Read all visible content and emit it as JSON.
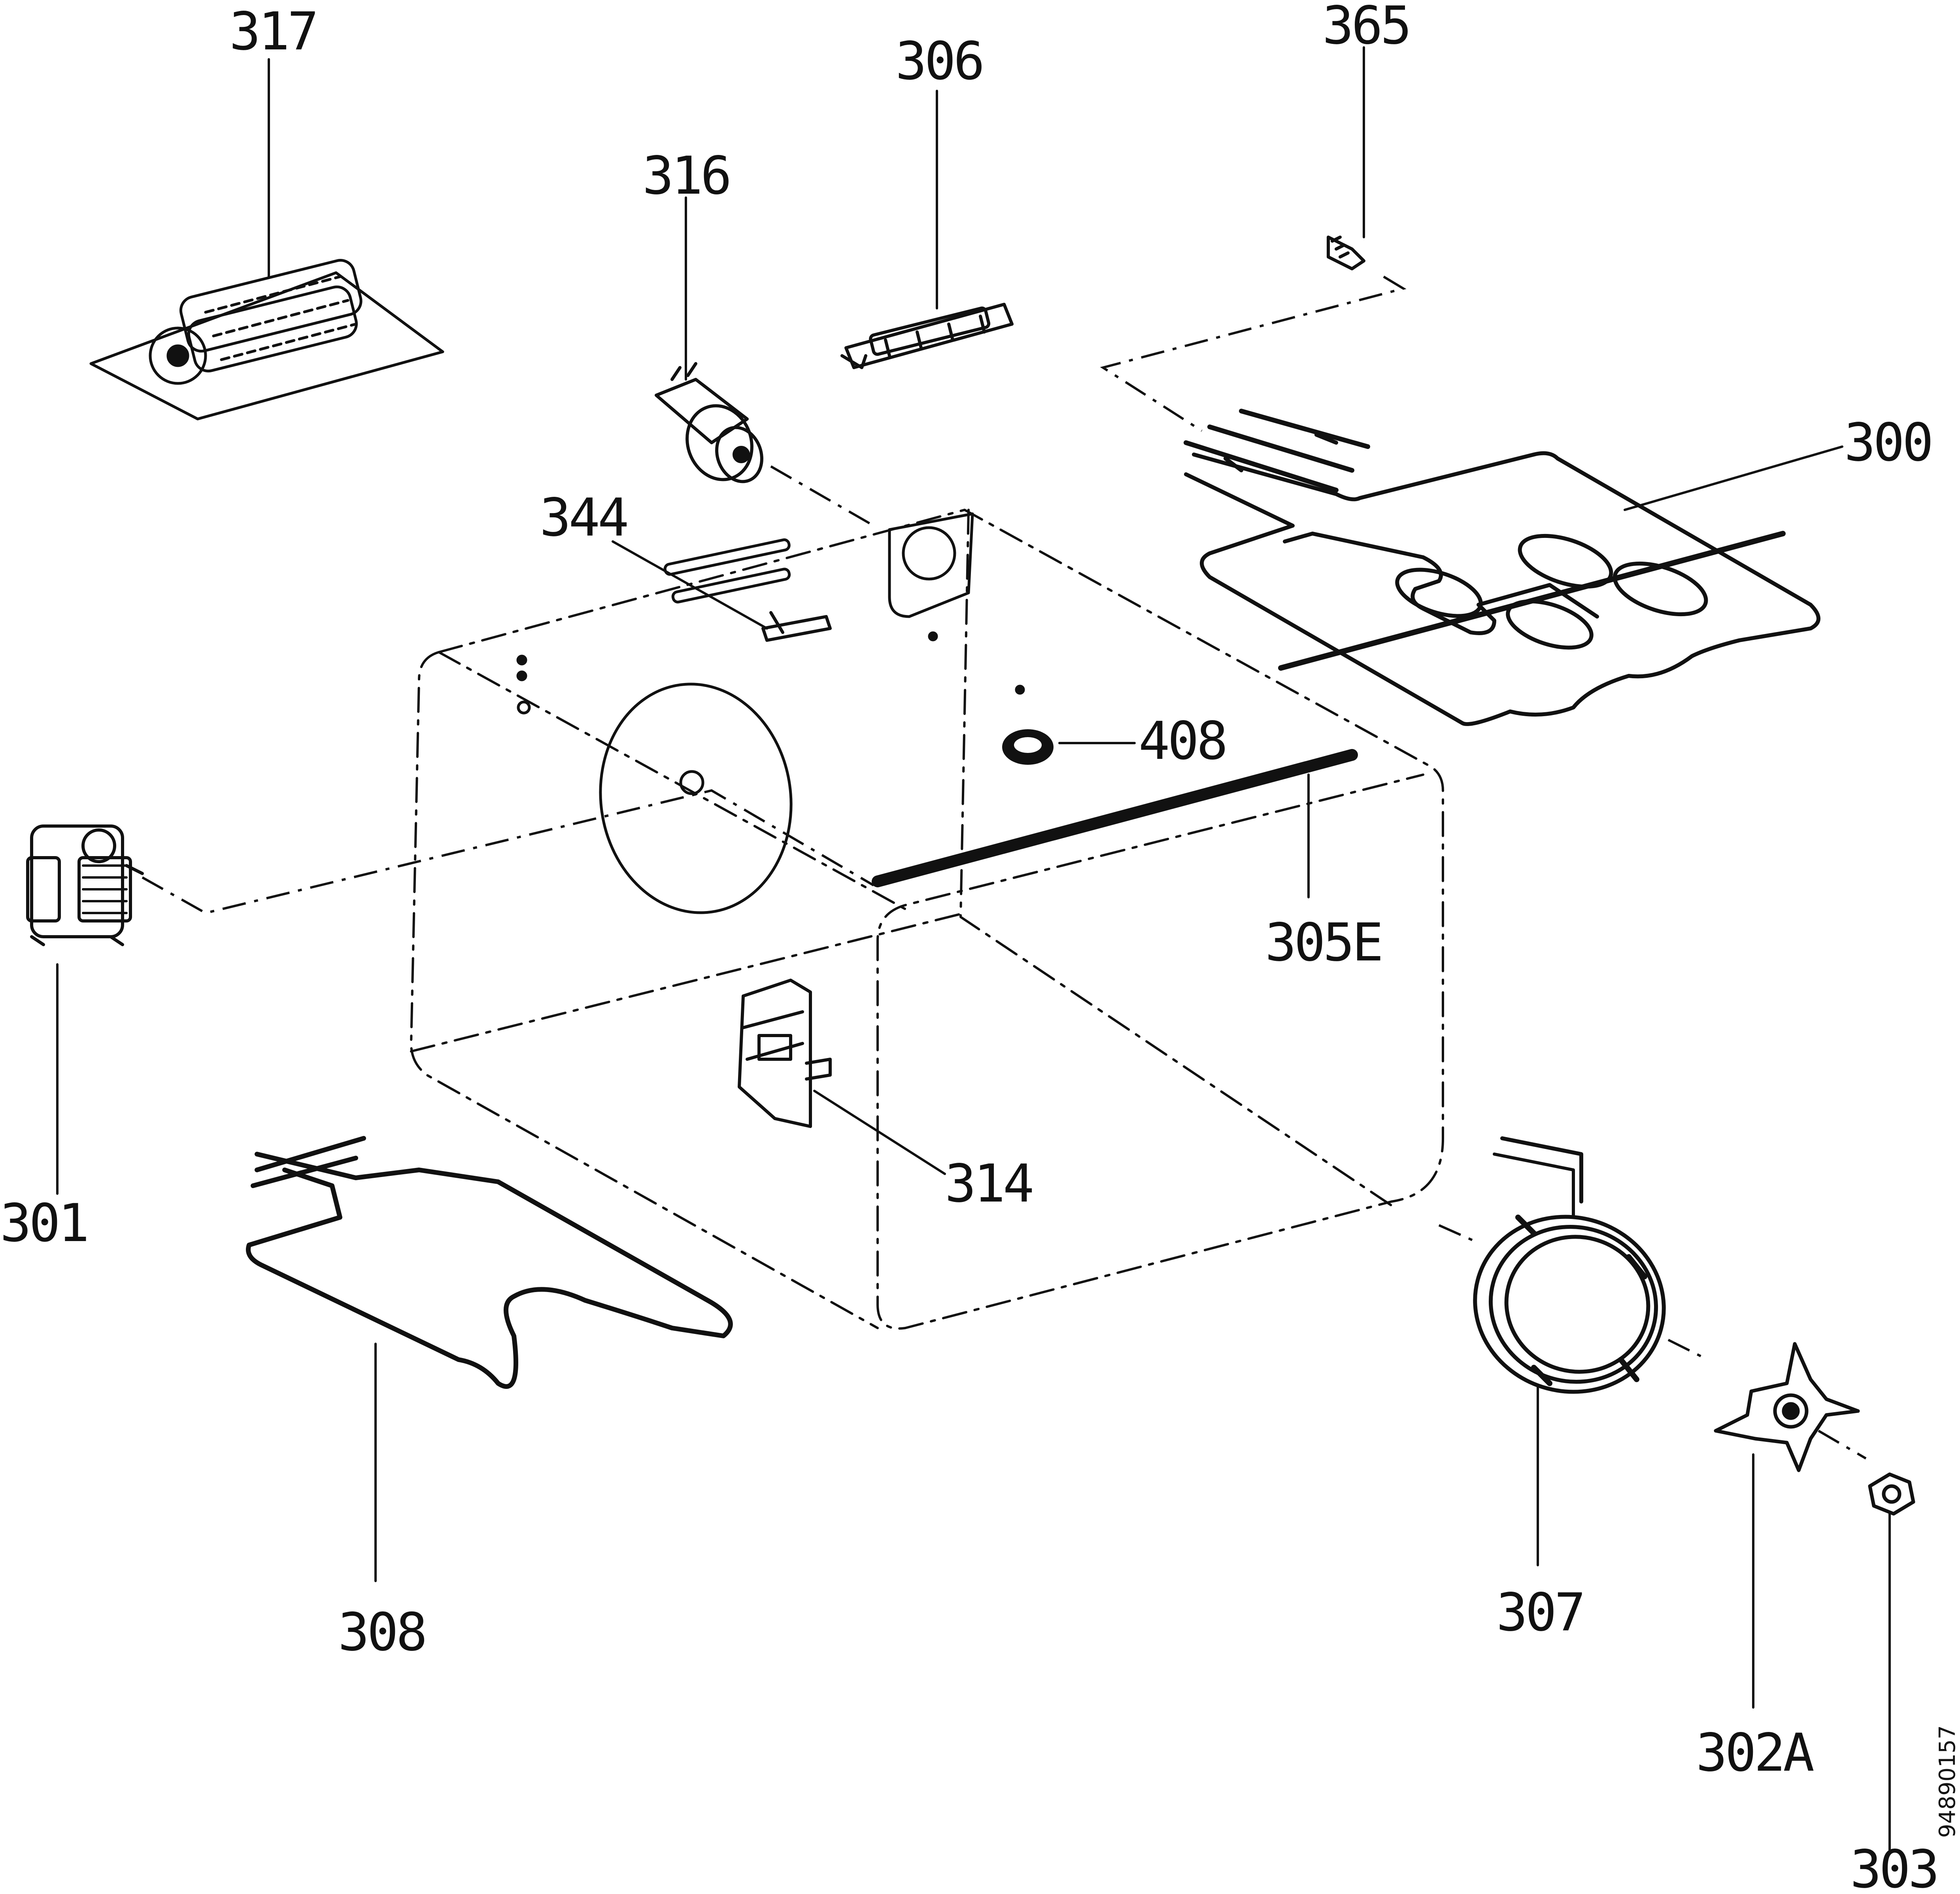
{
  "labels": {
    "p317": "317",
    "p306": "306",
    "p365": "365",
    "p316": "316",
    "p300": "300",
    "p344": "344",
    "p408": "408",
    "p305e": "305E",
    "p301": "301",
    "p314": "314",
    "p308": "308",
    "p307": "307",
    "p302a": "302A",
    "p303": "303"
  },
  "drawing_number": "94890157"
}
